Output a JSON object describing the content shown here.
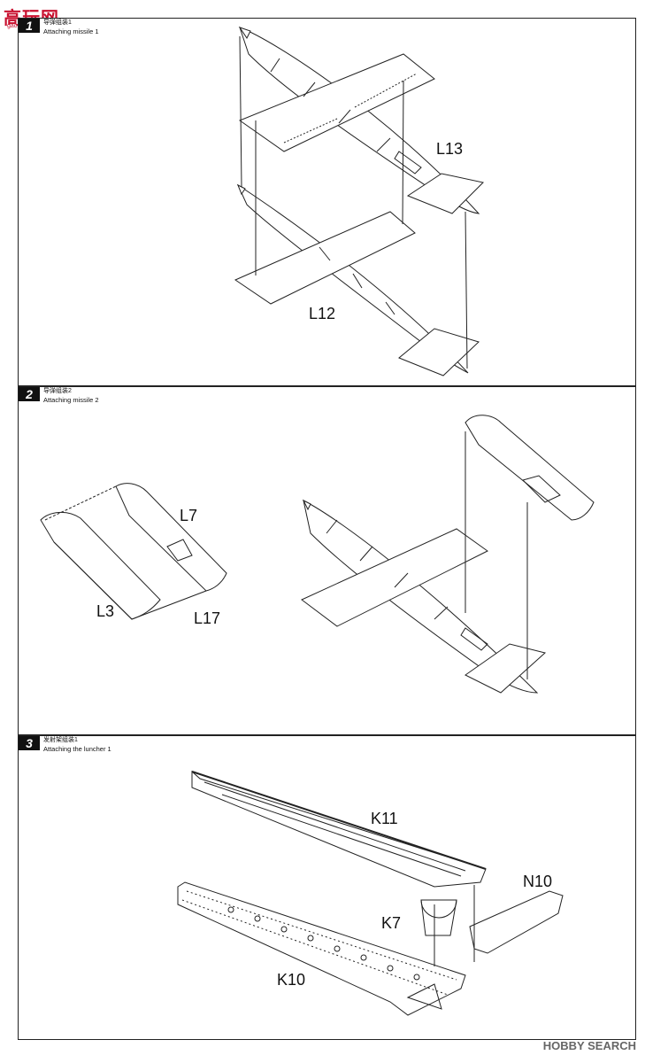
{
  "logo": {
    "text": "高玩网",
    "sub": "gaowan.com"
  },
  "steps": [
    {
      "number": "1",
      "title_cn": "导弹组装1",
      "title_en": "Attaching missile 1",
      "parts": [
        "L13",
        "L12"
      ]
    },
    {
      "number": "2",
      "title_cn": "导弹组装2",
      "title_en": "Attaching missile 2",
      "parts": [
        "L7",
        "L3",
        "L17"
      ]
    },
    {
      "number": "3",
      "title_cn": "发射架组装1",
      "title_en": "Attaching the luncher 1",
      "parts": [
        "K11",
        "N10",
        "K7",
        "K10"
      ]
    }
  ],
  "watermark": "HOBBY SEARCH",
  "colors": {
    "line": "#222222",
    "logo": "#c8102e"
  }
}
